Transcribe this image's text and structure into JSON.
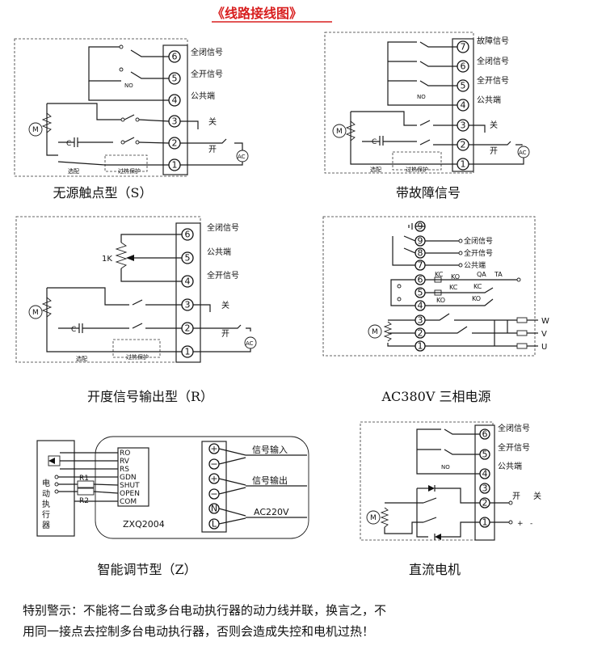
{
  "title": "《线路接线图》",
  "diagrams": {
    "d1": {
      "caption": "无源触点型（S）",
      "terminals": [
        "6",
        "5",
        "4",
        "3",
        "2",
        "1"
      ],
      "labels": [
        "全闭信号",
        "全开信号",
        "公共端",
        "关",
        "开"
      ],
      "no": "NO",
      "motor": "M",
      "cap": "C",
      "option": "选配",
      "protect": "过热保护",
      "ac": "AC"
    },
    "d2": {
      "caption": "带故障信号",
      "terminals": [
        "7",
        "6",
        "5",
        "4",
        "3",
        "2",
        "1"
      ],
      "labels": [
        "故障信号",
        "全闭信号",
        "全开信号",
        "公共端",
        "关",
        "开"
      ],
      "no": "NO",
      "motor": "M",
      "cap": "C",
      "option": "选配",
      "protect": "过热保护",
      "ac": "AC"
    },
    "d3": {
      "caption": "开度信号输出型（R）",
      "terminals": [
        "6",
        "5",
        "4",
        "3",
        "2",
        "1"
      ],
      "labels": [
        "全闭信号",
        "公共端",
        "全开信号",
        "关",
        "开"
      ],
      "pot": "1K",
      "motor": "M",
      "cap": "C",
      "option": "选配",
      "protect": "过热保护",
      "ac": "AC"
    },
    "d4": {
      "caption": "AC380V 三相电源",
      "terminals": [
        "9",
        "8",
        "7",
        "6",
        "5",
        "4",
        "3",
        "2",
        "1"
      ],
      "labels": [
        "全闭信号",
        "全开信号",
        "公共端"
      ],
      "contacts": [
        "KC",
        "KO",
        "QA",
        "TA",
        "KC",
        "KO",
        "KC",
        "KO"
      ],
      "phases": [
        "W",
        "V",
        "U"
      ],
      "motor": "M"
    },
    "d5": {
      "caption": "智能调节型（Z）",
      "left_box": [
        "电",
        "动",
        "执",
        "行",
        "器"
      ],
      "r1": "R1",
      "r2": "R2",
      "pins": [
        "RO",
        "RV",
        "RS",
        "GDN",
        "SHUT",
        "OPEN",
        "COM"
      ],
      "module": "ZXQ2004",
      "signal_in": "信号输入",
      "signal_out": "信号输出",
      "ac220": "AC220V",
      "term_symbols": [
        "+",
        "−",
        "+",
        "−",
        "N",
        "L"
      ]
    },
    "d6": {
      "caption": "直流电机",
      "terminals": [
        "6",
        "5",
        "4",
        "3",
        "2",
        "1"
      ],
      "labels": [
        "全闭信号",
        "全开信号",
        "公共端",
        "开",
        "关"
      ],
      "no": "NO",
      "motor": "M",
      "plus": "+",
      "minus": "-"
    }
  },
  "warning": {
    "line1": "特别警示：不能将二台或多台电动执行器的动力线并联，换言之，不",
    "line2": "用同一接点去控制多台电动执行器，否则会造成失控和电机过热！"
  }
}
